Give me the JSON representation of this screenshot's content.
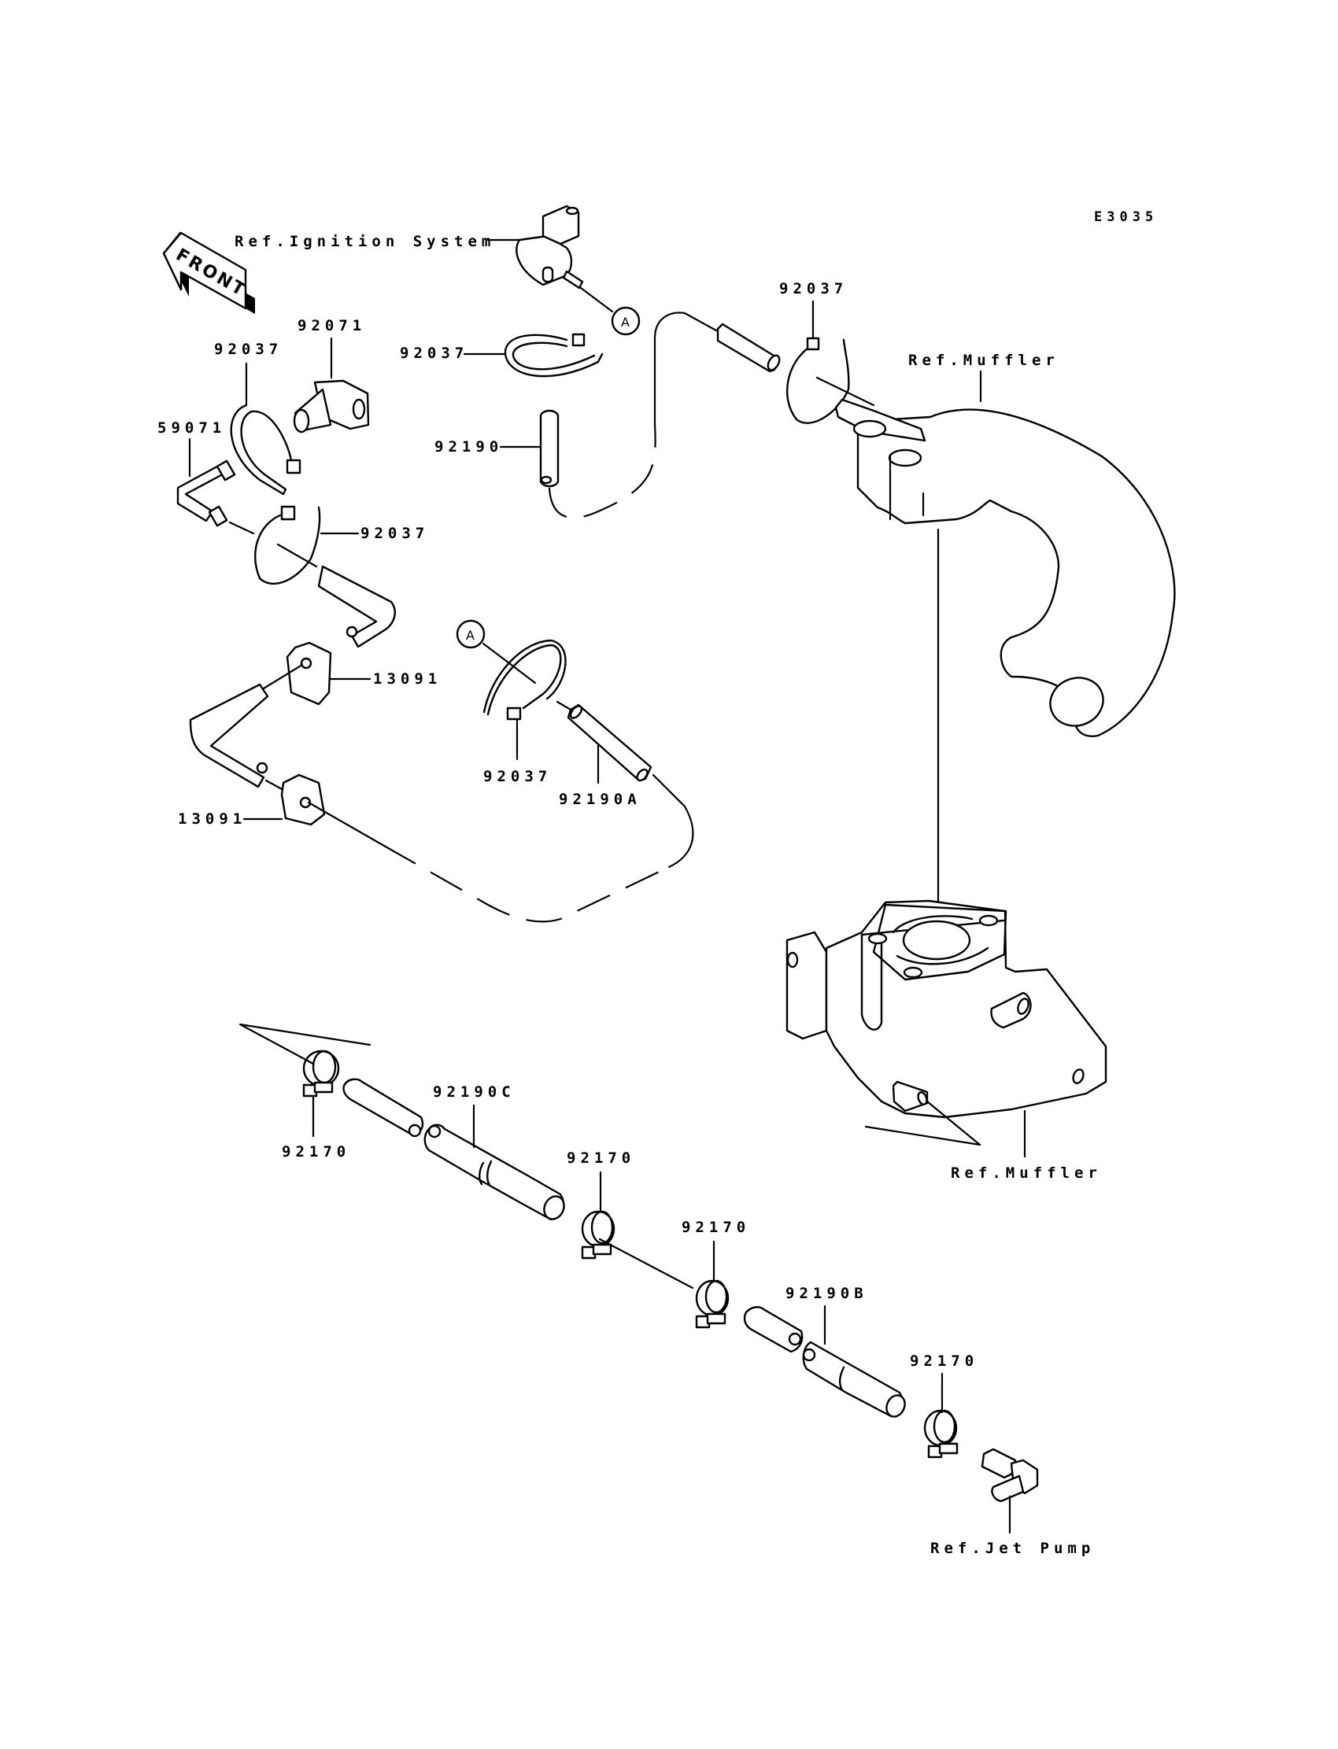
{
  "diagram": {
    "code": "E3035",
    "front_label": "FRONT",
    "callout_marker": "A",
    "labels": {
      "ref_ignition": "Ref.Ignition System",
      "ref_muffler_top": "Ref.Muffler",
      "ref_muffler_bottom": "Ref.Muffler",
      "ref_jet_pump": "Ref.Jet Pump",
      "p92071": "92071",
      "p92037_a": "92037",
      "p92037_b": "92037",
      "p92037_c": "92037",
      "p92037_d": "92037",
      "p92037_e": "92037",
      "p59071": "59071",
      "p92190": "92190",
      "p92190A": "92190A",
      "p92190B": "92190B",
      "p92190C": "92190C",
      "p13091_a": "13091",
      "p13091_b": "13091",
      "p92170_a": "92170",
      "p92170_b": "92170",
      "p92170_c": "92170",
      "p92170_d": "92170"
    }
  }
}
